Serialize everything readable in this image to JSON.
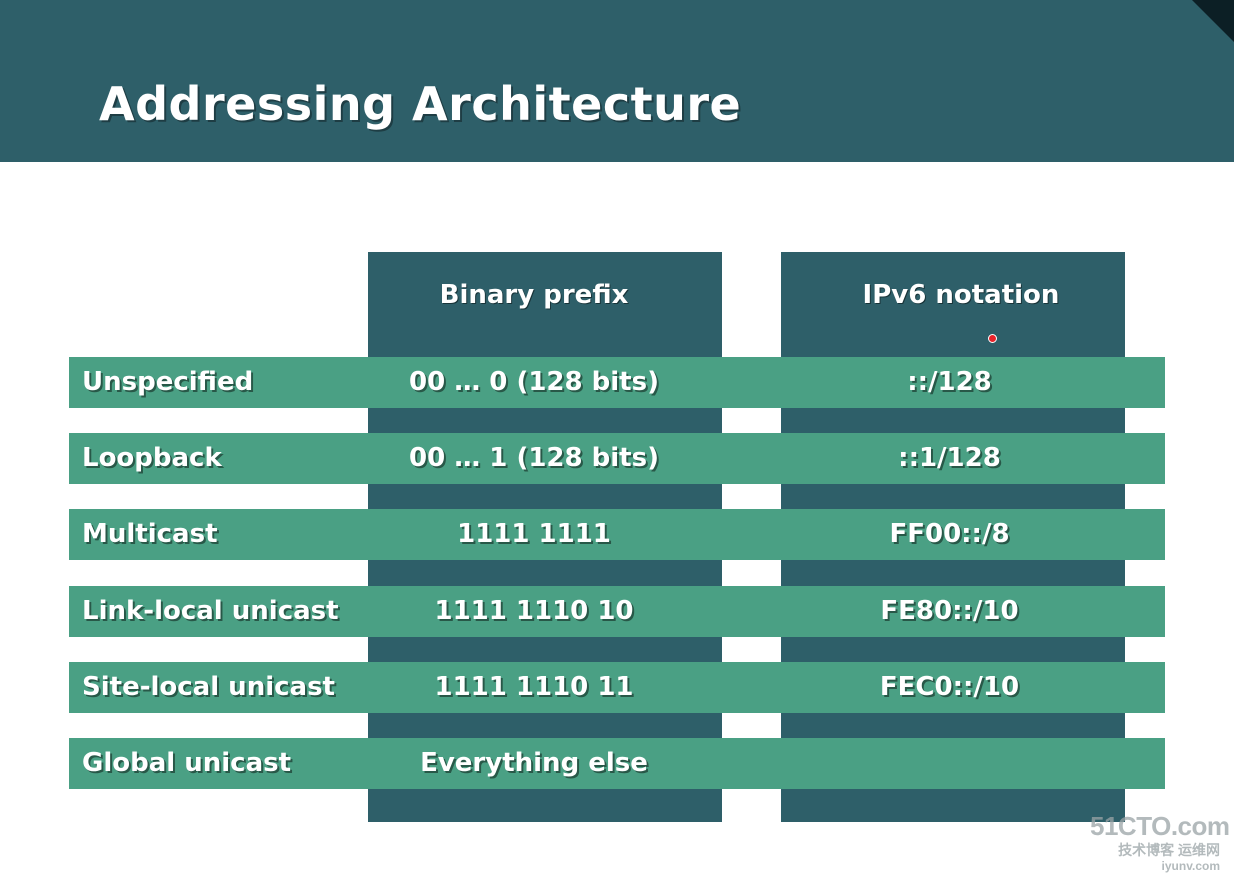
{
  "slide": {
    "title": "Addressing Architecture"
  },
  "table": {
    "headers": {
      "binary": "Binary prefix",
      "ipv6": "IPv6 notation"
    },
    "rows": [
      {
        "label": "Unspecified",
        "binary": "00 … 0 (128 bits)",
        "ipv6": "::/128"
      },
      {
        "label": "Loopback",
        "binary": "00 … 1 (128 bits)",
        "ipv6": "::1/128"
      },
      {
        "label": "Multicast",
        "binary": "1111 1111",
        "ipv6": "FF00::/8"
      },
      {
        "label": "Link-local unicast",
        "binary": "1111 1110 10",
        "ipv6": "FE80::/10"
      },
      {
        "label": "Site-local unicast",
        "binary": "1111 1110 11",
        "ipv6": "FEC0::/10"
      },
      {
        "label": "Global unicast",
        "binary": "Everything else",
        "ipv6": ""
      }
    ]
  },
  "watermark": {
    "line1": "51CTO.com",
    "line2": "技术博客 运维网",
    "line3": "iyunv.com"
  },
  "colors": {
    "header_band": "#2e5f69",
    "column_band": "#2e5f69",
    "row_band": "#4aa084",
    "text": "#ffffff"
  }
}
